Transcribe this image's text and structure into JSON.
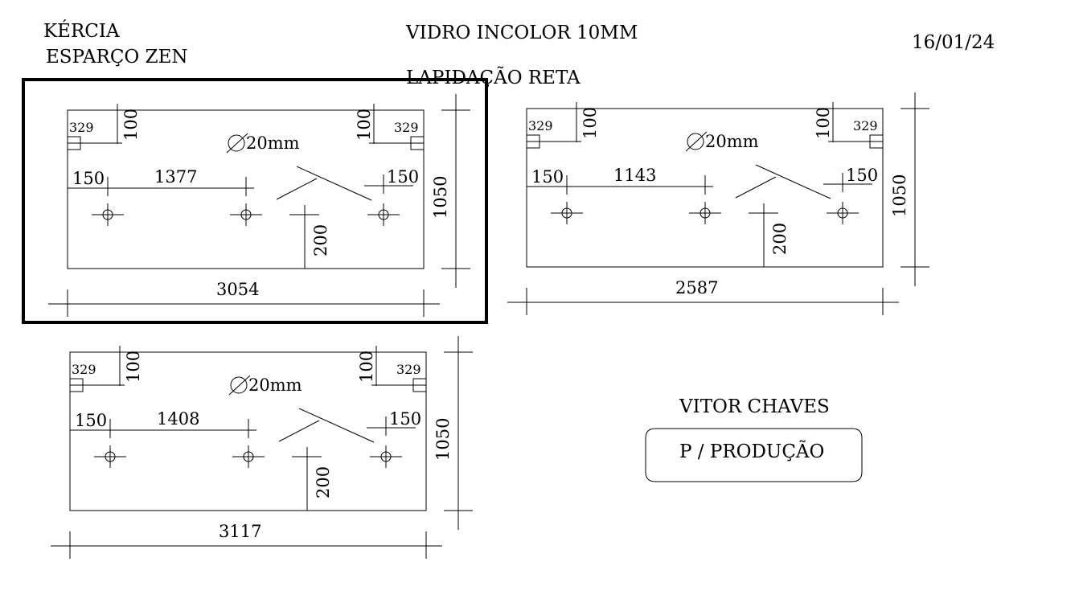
{
  "header": {
    "client": "KÉRCIA",
    "project": "ESPARÇO ZEN",
    "material": "VIDRO INCOLOR 10MM",
    "finish": "LAPIDAÇÃO RETA",
    "date": "16/01/24"
  },
  "panels": [
    {
      "corner_left": "329",
      "corner_left_depth": "100",
      "corner_right": "329",
      "corner_right_depth": "100",
      "hole_diameter": "20mm",
      "edge_left": "150",
      "spacing": "1377",
      "edge_right": "150",
      "center_offset": "200",
      "height": "1050",
      "width": "3054",
      "highlighted": true
    },
    {
      "corner_left": "329",
      "corner_left_depth": "100",
      "corner_right": "329",
      "corner_right_depth": "100",
      "hole_diameter": "20mm",
      "edge_left": "150",
      "spacing": "1143",
      "edge_right": "150",
      "center_offset": "200",
      "height": "1050",
      "width": "2587",
      "highlighted": false
    },
    {
      "corner_left": "329",
      "corner_left_depth": "100",
      "corner_right": "329",
      "corner_right_depth": "100",
      "hole_diameter": "20mm",
      "edge_left": "150",
      "spacing": "1408",
      "edge_right": "150",
      "center_offset": "200",
      "height": "1050",
      "width": "3117",
      "highlighted": false
    }
  ],
  "signature": {
    "name": "VITOR CHAVES",
    "stamp": "P / PRODUÇÃO"
  }
}
